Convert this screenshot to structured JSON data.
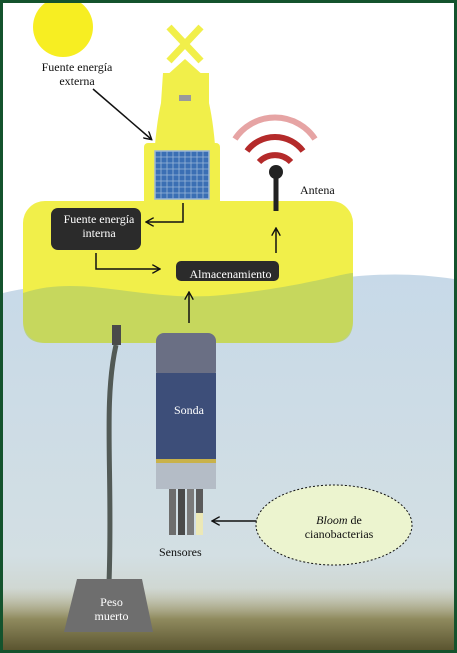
{
  "labels": {
    "external_energy": "Fuente energía\nexterna",
    "internal_energy": "Fuente energía\ninterna",
    "storage": "Almacenamiento",
    "antenna": "Antena",
    "probe": "Sonda",
    "sensors": "Sensores",
    "bloom_italic": "Bloom",
    "bloom_rest": " de\ncianobacterias",
    "deadweight": "Peso\nmuerto"
  },
  "colors": {
    "frame": "#14532d",
    "sun": "#f7ee22",
    "buoy": "#f1ef4a",
    "water": "#c9dbe9",
    "seabed": "#6b6440",
    "panel": "#3b6fb4",
    "probe_top": "#6a6f84",
    "probe_body": "#3d4e79",
    "dark_box": "#2b2b2b",
    "wifi_dark": "#b42a2a",
    "wifi_light": "#e6a4a4",
    "bloom_fill": "#ecf4cf",
    "weight": "#6e6e6e"
  }
}
